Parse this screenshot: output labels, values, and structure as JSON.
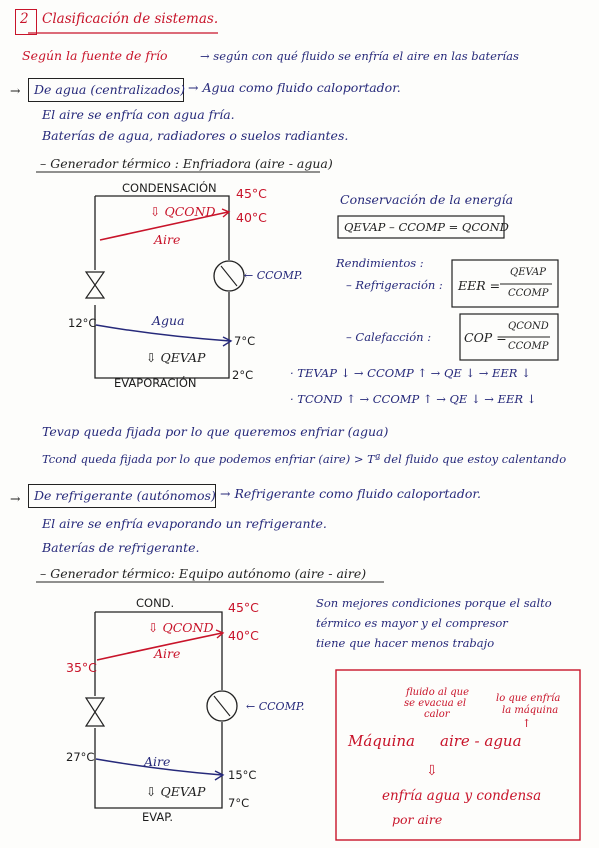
{
  "header": {
    "number": "2",
    "title": "Clasificación de sistemas."
  },
  "section1": {
    "bullet": "Según la fuente de frío",
    "bullet_note": "→ según con qué fluido se enfría el aire en las baterías",
    "arrow": "→",
    "box_label": "De agua (centralizados)",
    "box_note": "→ Agua como fluido caloportador.",
    "line1": "El aire se enfría con agua fría.",
    "line2": "Baterías de agua, radiadores o suelos radiantes.",
    "subheading": "– Generador térmico : Enfriadora (aire - agua)"
  },
  "diagram1": {
    "top_label": "CONDENSACIÓN",
    "bottom_label": "EVAPORACIÓN",
    "temp_top": "45°C",
    "temp_right_top": "40°C",
    "temp_left": "12°C",
    "temp_right_bottom": "7°C",
    "temp_bottom": "2°C",
    "q_cond": "⇩ QCOND",
    "q_evap": "⇩ QEVAP",
    "air_label": "Aire",
    "water_label": "Agua",
    "compressor_label": "← CCOMP."
  },
  "energy": {
    "title": "Conservación de la energía",
    "equation": "QEVAP – CCOMP = QCOND",
    "rendimientos": "Rendimientos :",
    "refrig_label": "– Refrigeración :",
    "eer": "EER =",
    "eer_num": "QEVAP",
    "eer_den": "CCOMP",
    "calef_label": "– Calefacción :",
    "cop": "COP =",
    "cop_num": "QCOND",
    "cop_den": "CCOMP",
    "rel1": "· TEVAP ↓ → CCOMP ↑ → QE ↓ → EER ↓",
    "rel2": "· TCOND ↑ → CCOMP ↑ → QE ↓ → EER ↓"
  },
  "notes": {
    "tevap": "Tevap queda fijada por lo que queremos enfriar (agua)",
    "tcond": "Tcond queda fijada por lo que podemos enfriar (aire) > Tª del fluido que estoy calentando"
  },
  "section2": {
    "arrow": "→",
    "box_label": "De refrigerante (autónomos)",
    "box_note": "→ Refrigerante como fluido caloportador.",
    "line1": "El aire se enfría evaporando un refrigerante.",
    "line2": "Baterías de refrigerante.",
    "subheading": "– Generador térmico: Equipo autónomo (aire - aire)"
  },
  "diagram2": {
    "top_label": "COND.",
    "bottom_label": "EVAP.",
    "temp_top": "45°C",
    "temp_right_top": "40°C",
    "temp_left_top": "35°C",
    "temp_left_bottom": "27°C",
    "temp_right_bottom": "15°C",
    "temp_bottom": "7°C",
    "q_cond": "⇩ QCOND",
    "q_evap": "⇩ QEVAP",
    "air_top": "Aire",
    "air_bottom": "Aire",
    "compressor_label": "← CCOMP."
  },
  "side_note": {
    "line1": "Son mejores condiciones porque el salto",
    "line2": "térmico es mayor y el compresor",
    "line3": "tiene que hacer menos trabajo"
  },
  "red_box": {
    "annot_left_1": "fluido al que",
    "annot_left_2": "se evacua el",
    "annot_left_3": "calor",
    "annot_right_1": "lo que enfría",
    "annot_right_2": "la máquina",
    "up_arrow": "↑",
    "maquina": "Máquina",
    "aire_agua": "aire - agua",
    "down_arrow": "⇩",
    "enfria": "enfría agua y condensa",
    "por_aire": "por aire"
  }
}
